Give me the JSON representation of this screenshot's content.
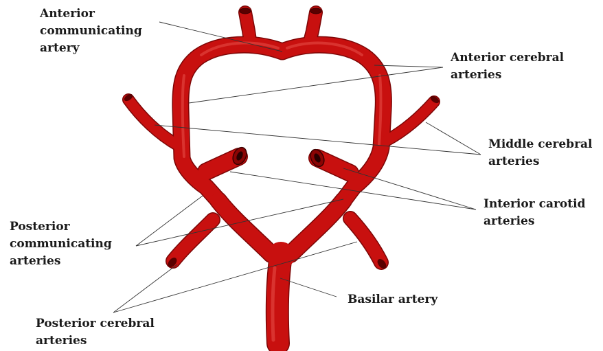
{
  "labels": {
    "anterior_communicating": [
      "Anterior",
      "communicating",
      "artery"
    ],
    "anterior_cerebral": [
      "Anterior cerebral",
      "arteries"
    ],
    "middle_cerebral": [
      "Middle cerebral",
      "arteries"
    ],
    "interior_carotid": [
      "Interior carotid",
      "arteries"
    ],
    "posterior_communicating": [
      "Posterior",
      "communicating",
      "arteries"
    ],
    "posterior_cerebral": [
      "Posterior cerebral",
      "arteries"
    ],
    "basilar": [
      "Basilar artery"
    ]
  },
  "colors": {
    "vessel": "#c8100f",
    "vessel_edge": "#7c0606",
    "pointer": "#333333",
    "text": "#1a1a1a"
  }
}
